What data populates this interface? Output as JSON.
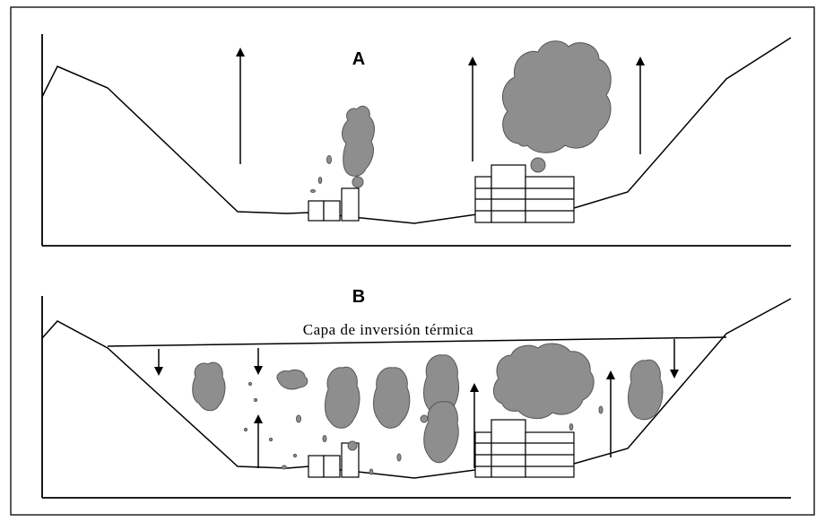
{
  "panels": [
    {
      "label": "A",
      "scenario": "normal-dispersion"
    },
    {
      "label": "B",
      "scenario": "thermal-inversion",
      "inversion_caption": "Capa de inversión térmica"
    }
  ],
  "colors": {
    "smoke": "#8e8e8e",
    "smoke_outline": "#555555",
    "line": "#000000",
    "background": "#ffffff"
  },
  "icons": [
    "up-arrow-icon",
    "down-arrow-icon",
    "factory-building",
    "smoke-plume"
  ]
}
